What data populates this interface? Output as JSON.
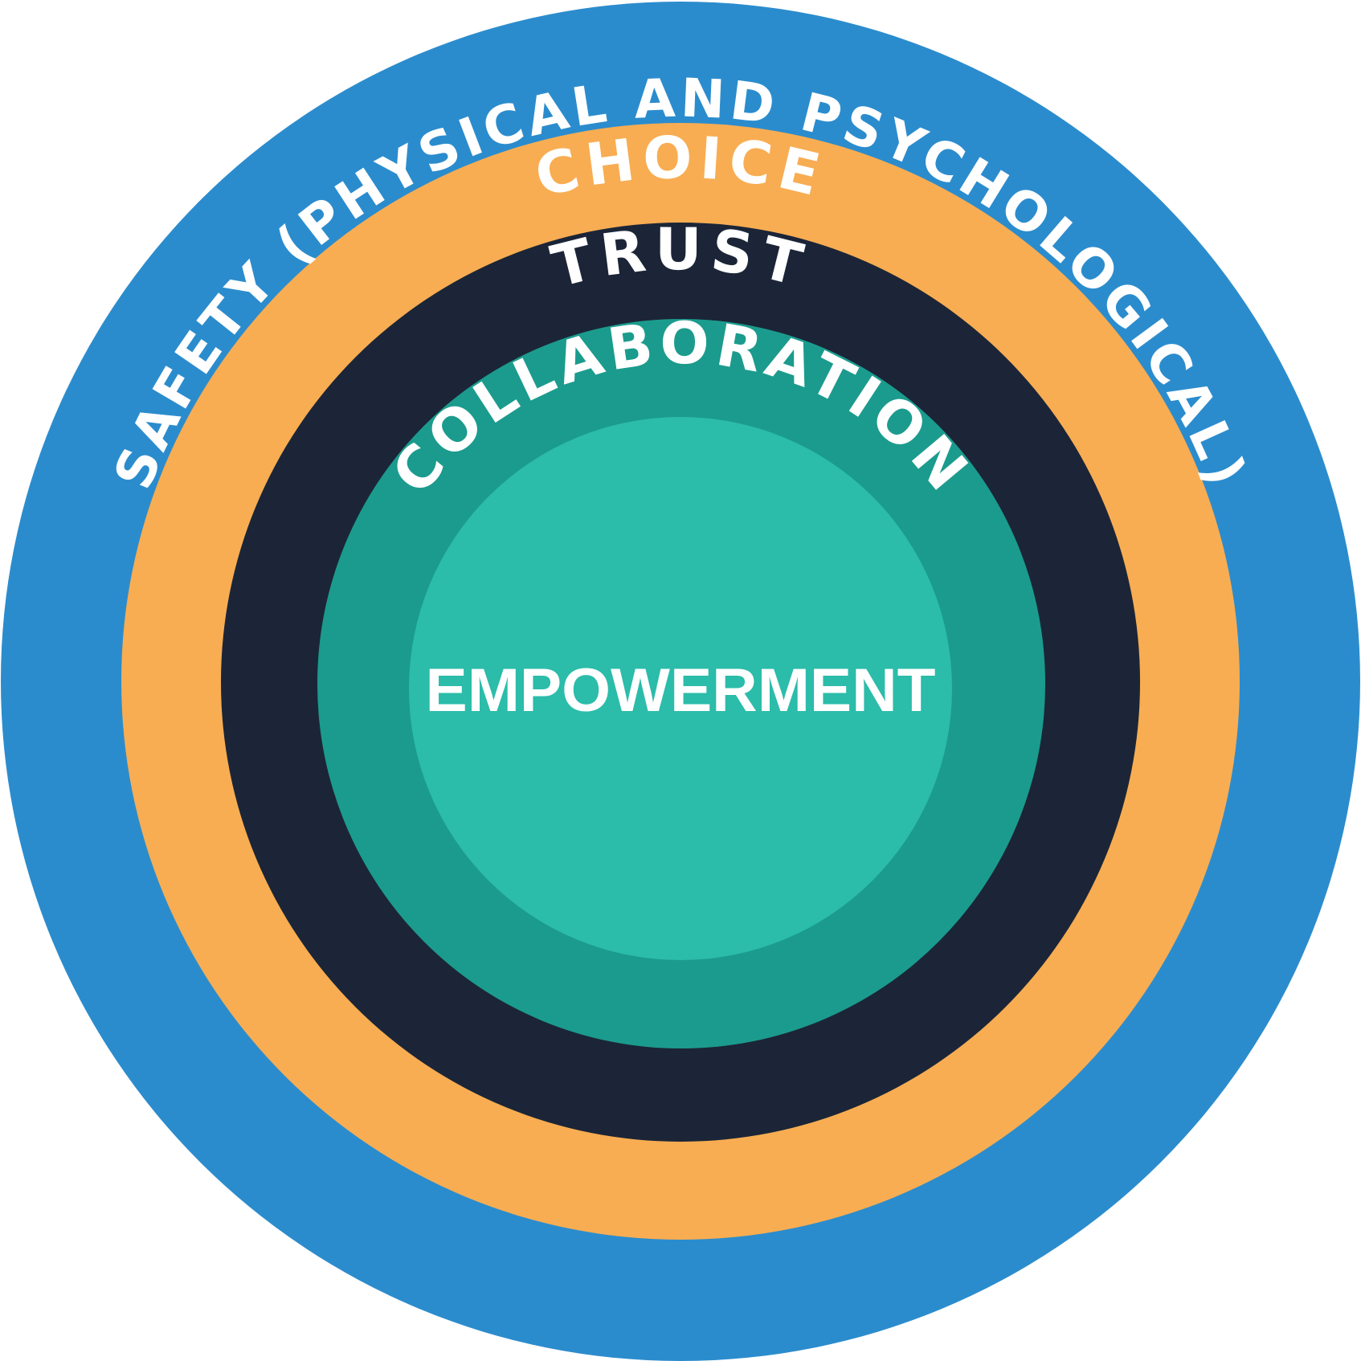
{
  "diagram": {
    "layers": [
      {
        "key": "safety",
        "label": "SAFETY (PHYSICAL AND PSYCHOLOGICAL)",
        "color": "#2B8CCD"
      },
      {
        "key": "choice",
        "label": "CHOICE",
        "color": "#F8AD52"
      },
      {
        "key": "trust",
        "label": "TRUST",
        "color": "#1B2537"
      },
      {
        "key": "collaboration",
        "label": "COLLABORATION",
        "color": "#1B9B8D"
      },
      {
        "key": "empowerment",
        "label": "EMPOWERMENT",
        "color": "#2BBCAA"
      }
    ],
    "label_color": "#FFFFFF"
  }
}
